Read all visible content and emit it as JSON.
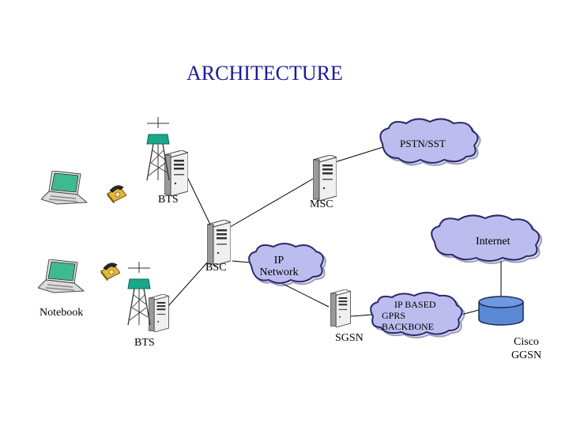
{
  "title": "ARCHITECTURE",
  "labels": {
    "bts_top": "BTS",
    "msc": "MSC",
    "pstn": "PSTN/SST",
    "internet": "Internet",
    "bsc": "BSC",
    "ip_network_line1": "IP",
    "ip_network_line2": "Network",
    "notebook": "Notebook",
    "bts_bottom": "BTS",
    "sgsn": "SGSN",
    "backbone_line1": "IP BASED",
    "backbone_line2": "GPRS",
    "backbone_line3": "BACKBONE",
    "ggsn_line1": "Cisco",
    "ggsn_line2": "GGSN"
  },
  "colors": {
    "title": "#1a1a9a",
    "cloud_fill": "#bcbcee",
    "cloud_stroke": "#2a2a6a",
    "ggsn_fill": "#5b88d6",
    "antenna": "#1aa78a",
    "phone": "#e4b640",
    "laptop_screen": "#3fb98f"
  },
  "icons": [
    "laptop-icon",
    "phone-icon",
    "tower-icon",
    "server-icon",
    "cloud-icon",
    "cylinder-icon"
  ]
}
